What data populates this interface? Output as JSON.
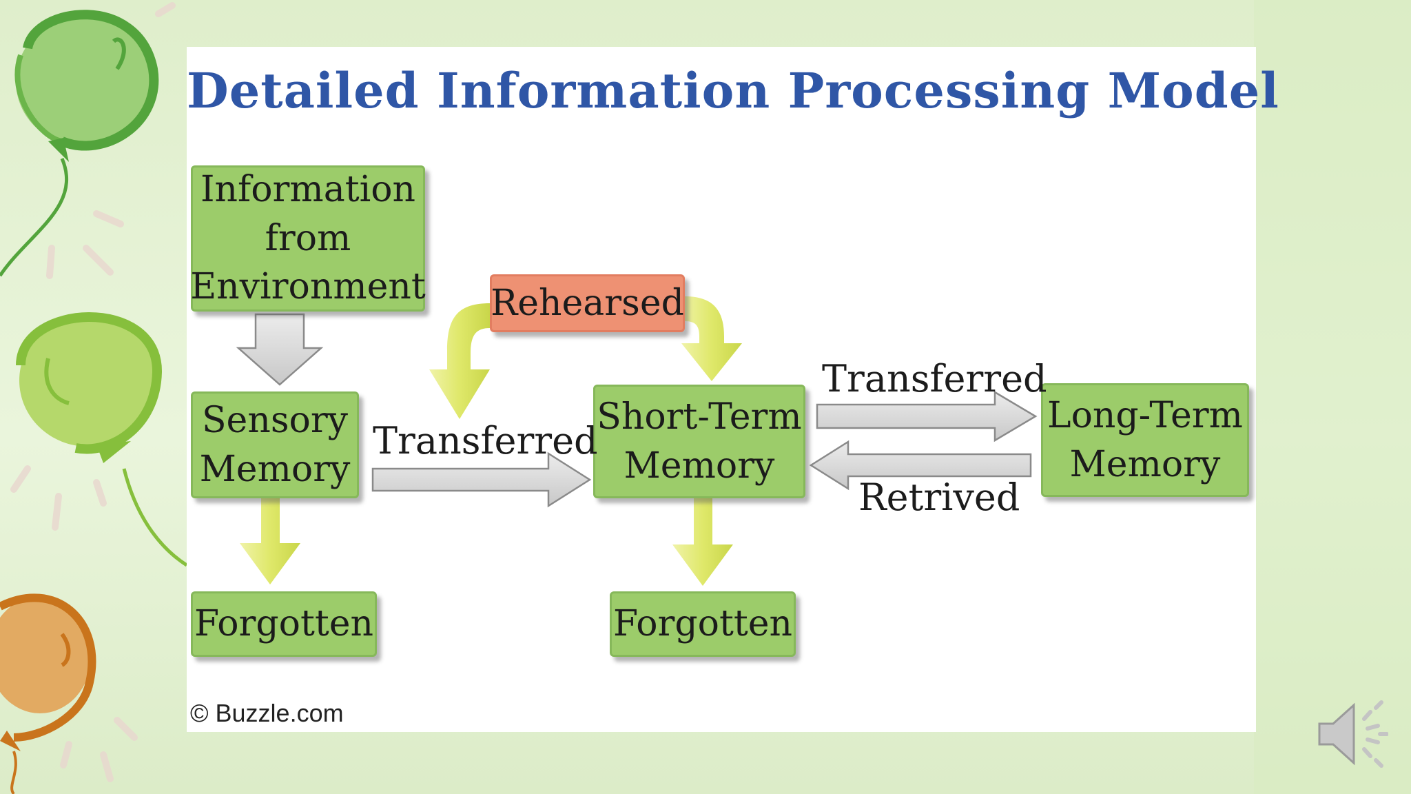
{
  "diagram": {
    "title": "Detailed Information Processing Model",
    "nodes": {
      "environment": "Information\nfrom\nEnvironment",
      "sensory": "Sensory\nMemory",
      "rehearsed": "Rehearsed",
      "short_term": "Short-Term\nMemory",
      "long_term": "Long-Term\nMemory",
      "forgotten_sensory": "Forgotten",
      "forgotten_short": "Forgotten"
    },
    "edge_labels": {
      "sensory_to_short": "Transferred",
      "short_to_long": "Transferred",
      "long_to_short": "Retrived"
    },
    "credit": "© Buzzle.com"
  },
  "colors": {
    "title": "#2f56a6",
    "node_fill": "#9ccc6a",
    "rehearsed_fill": "#ee9173",
    "down_arrow_fill": "#e4ec7e",
    "gray_arrow_fill": "#d6d6d6"
  },
  "icons": {
    "speaker": "speaker-icon"
  }
}
